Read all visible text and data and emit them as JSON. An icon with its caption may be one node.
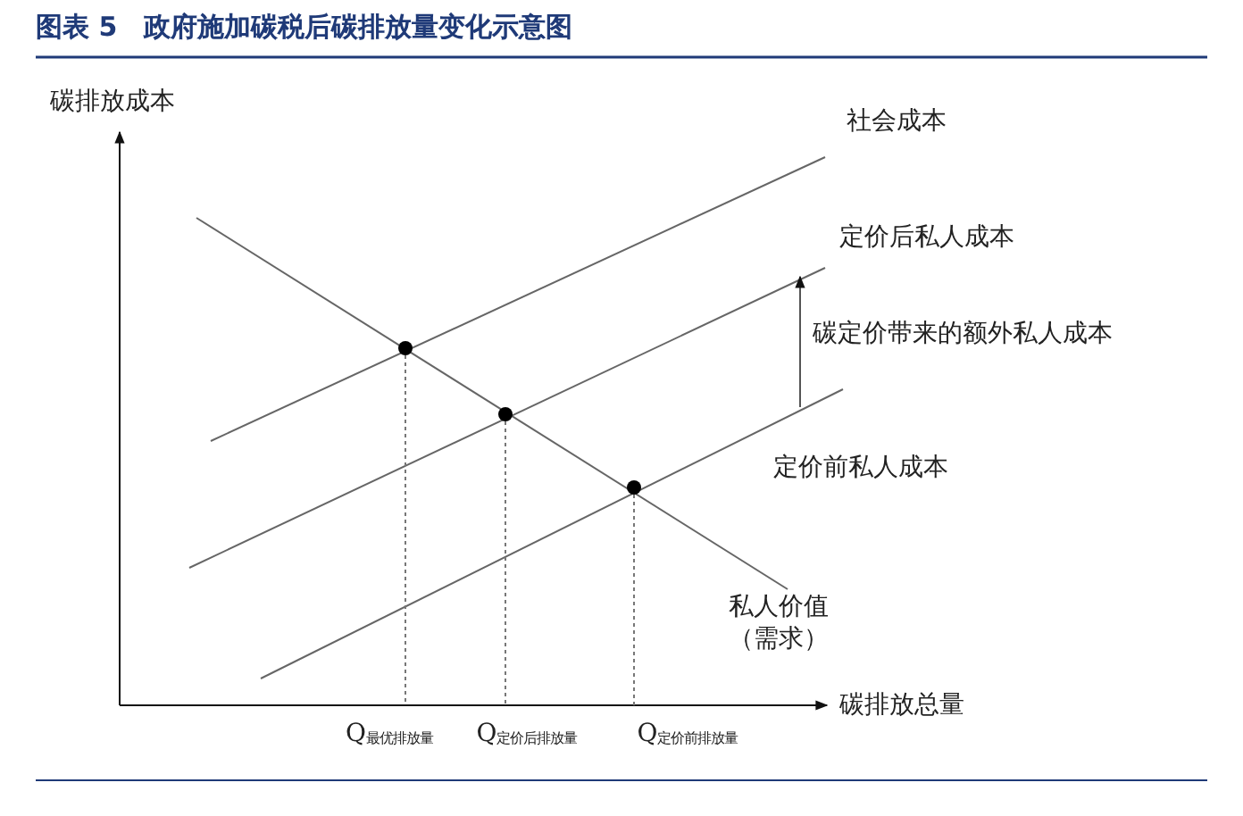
{
  "diagram": {
    "title": "图表 5　政府施加碳税后碳排放量变化示意图",
    "labels": [
      "碳排放成本",
      "社会成本",
      "定价后私人成本",
      "碳定价带来的额外私人成本",
      "定价前私人成本",
      "私人价值（需求）",
      "碳排放总量",
      "Q$_{最优排放量}$",
      "Q$_{定价后排放量}$",
      "Q$_{定价前排放量}$"
    ]
  }
}
